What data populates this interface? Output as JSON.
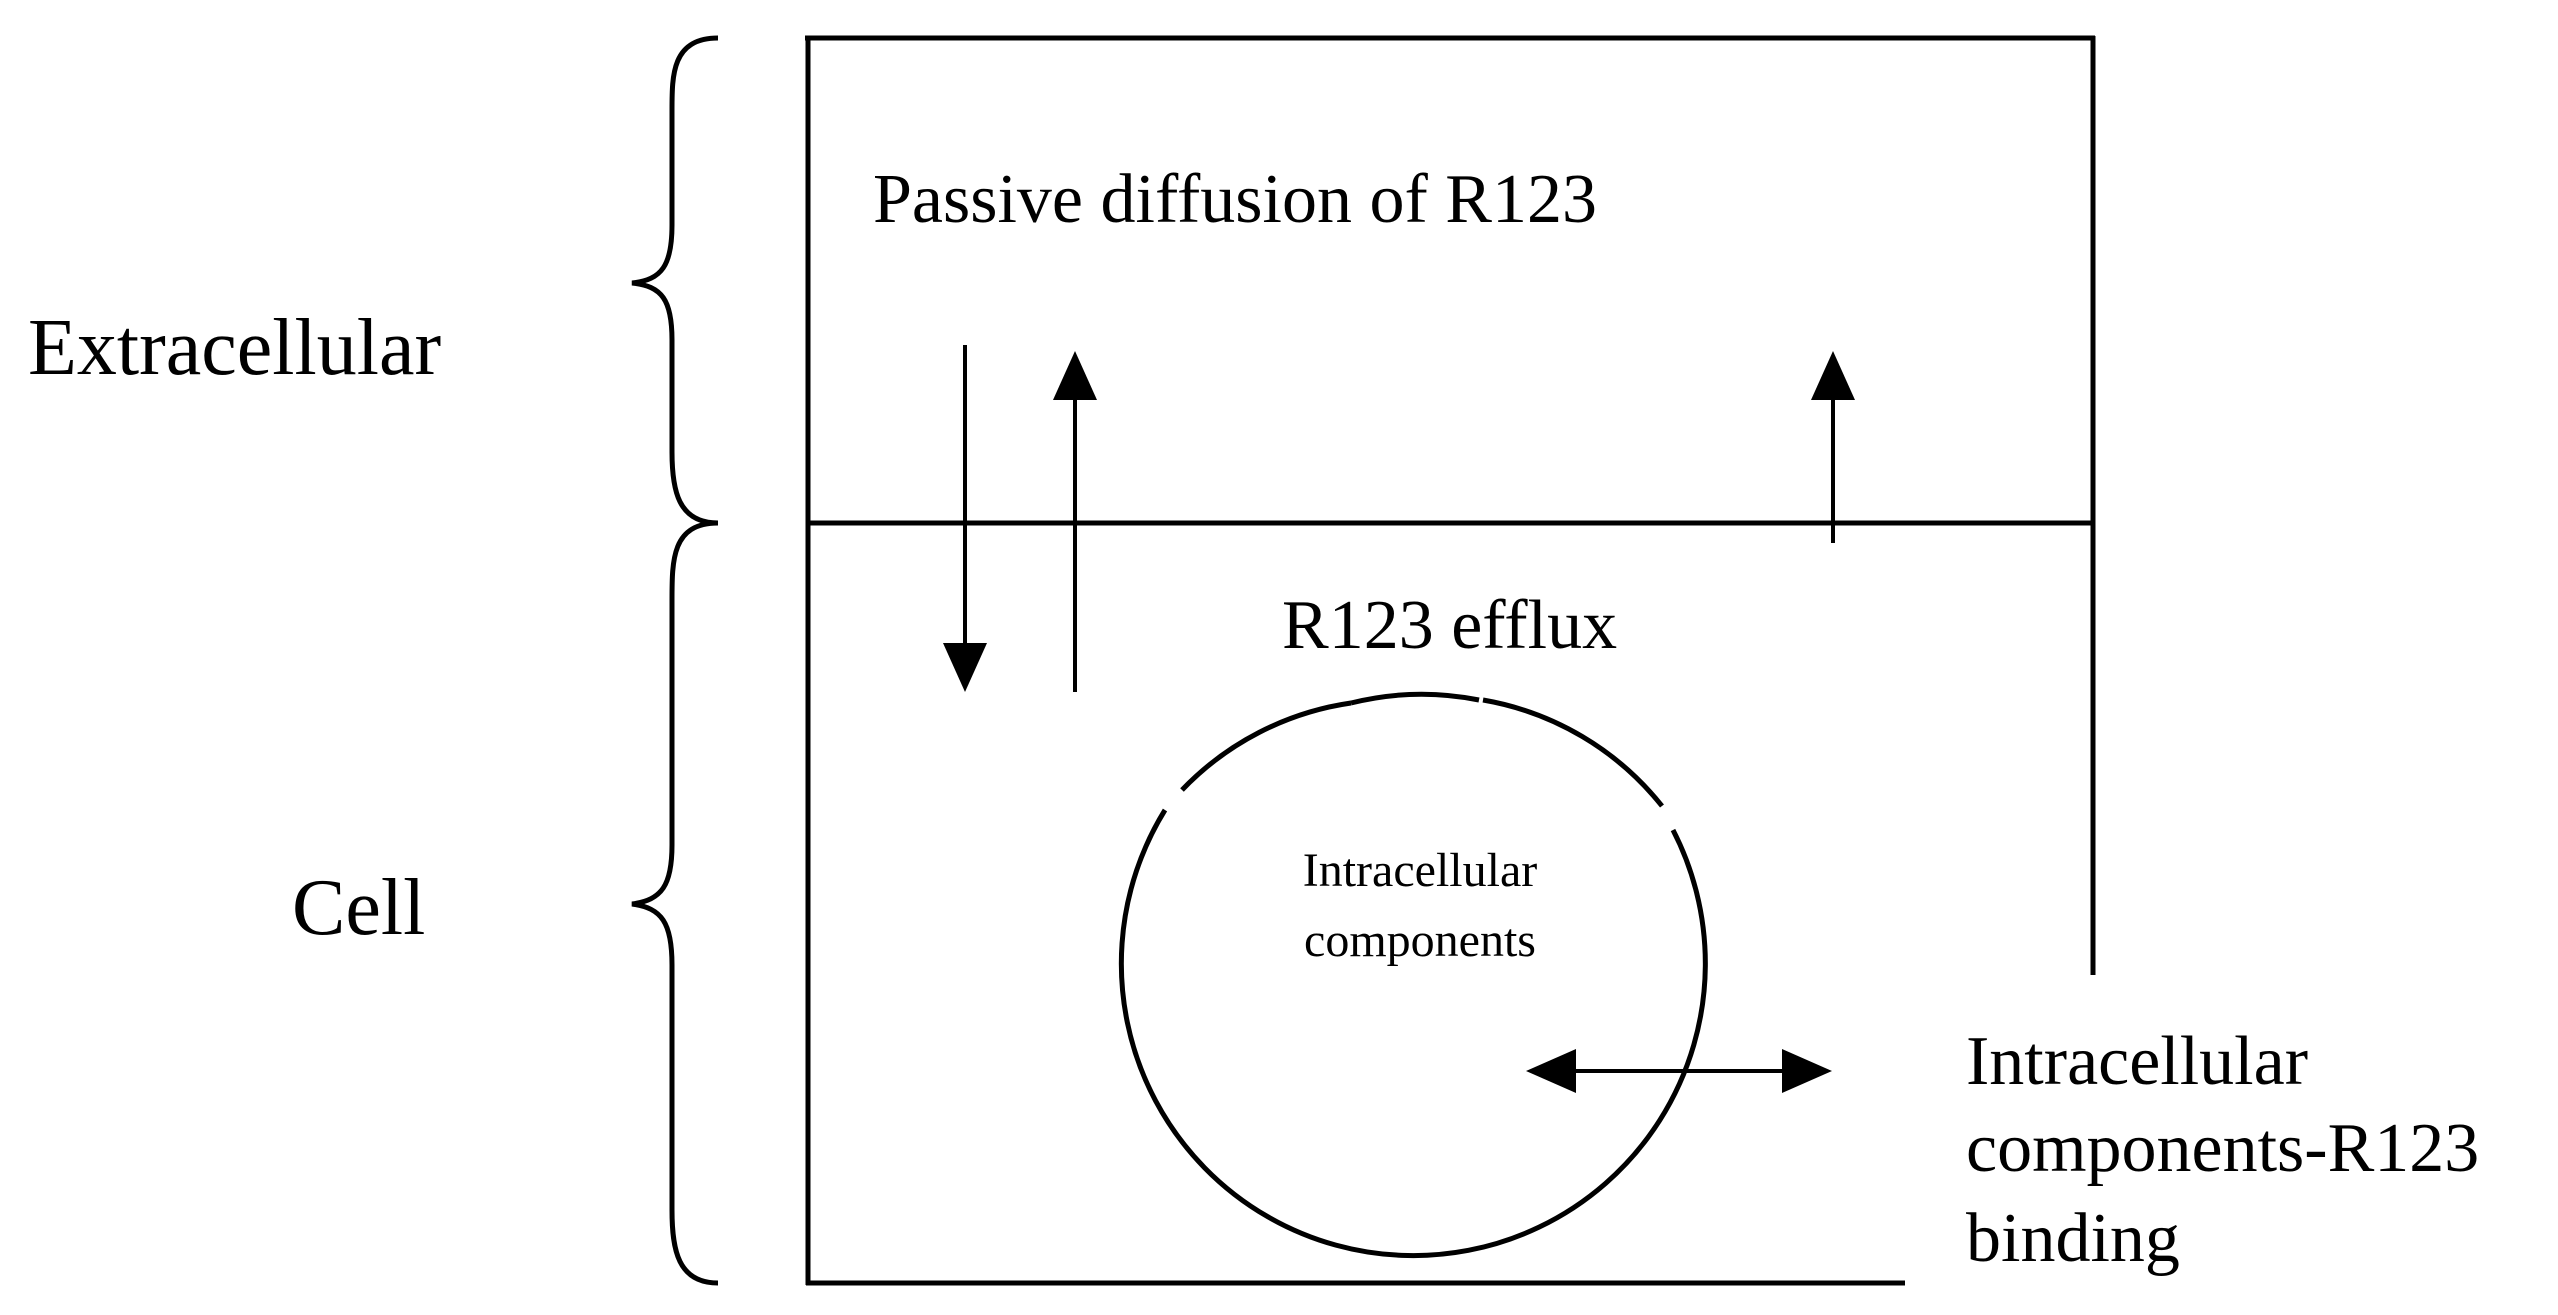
{
  "labels": {
    "extracellular": "Extracellular",
    "cell": "Cell",
    "passive_diffusion": "Passive diffusion of R123",
    "efflux": "R123 efflux",
    "intracellular_line1": "Intracellular",
    "intracellular_line2": "components",
    "binding_line1": "Intracellular",
    "binding_line2": "components-R123",
    "binding_line3": "binding"
  }
}
